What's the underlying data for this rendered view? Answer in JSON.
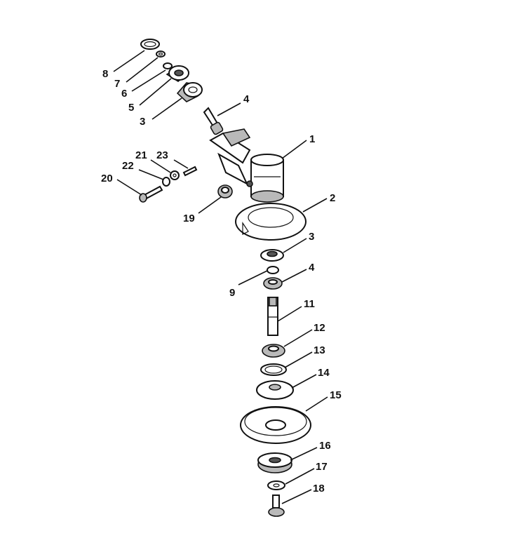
{
  "callouts": [
    {
      "id": "c8",
      "label": "8"
    },
    {
      "id": "c7",
      "label": "7"
    },
    {
      "id": "c6",
      "label": "6"
    },
    {
      "id": "c5",
      "label": "5"
    },
    {
      "id": "c3a",
      "label": "3"
    },
    {
      "id": "c4a",
      "label": "4"
    },
    {
      "id": "c1",
      "label": "1"
    },
    {
      "id": "c21",
      "label": "21"
    },
    {
      "id": "c23",
      "label": "23"
    },
    {
      "id": "c22",
      "label": "22"
    },
    {
      "id": "c20",
      "label": "20"
    },
    {
      "id": "c2",
      "label": "2"
    },
    {
      "id": "c19",
      "label": "19"
    },
    {
      "id": "c3b",
      "label": "3"
    },
    {
      "id": "c4b",
      "label": "4"
    },
    {
      "id": "c9",
      "label": "9"
    },
    {
      "id": "c11",
      "label": "11"
    },
    {
      "id": "c12",
      "label": "12"
    },
    {
      "id": "c13",
      "label": "13"
    },
    {
      "id": "c14",
      "label": "14"
    },
    {
      "id": "c15",
      "label": "15"
    },
    {
      "id": "c16",
      "label": "16"
    },
    {
      "id": "c17",
      "label": "17"
    },
    {
      "id": "c18",
      "label": "18"
    }
  ]
}
